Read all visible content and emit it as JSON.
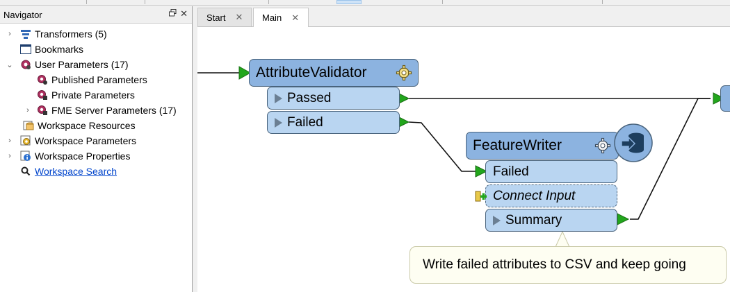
{
  "navigator": {
    "title": "Navigator",
    "float_icon": "undock-icon",
    "close_glyph": "✕",
    "items": [
      {
        "label": "Transformers (5)",
        "expander": "›",
        "icon": "transformers-icon"
      },
      {
        "label": "Bookmarks",
        "expander": "",
        "icon": "bookmarks-icon"
      },
      {
        "label": "User Parameters (17)",
        "expander": "⌄",
        "icon": "user-parameters-icon"
      },
      {
        "label": "Published Parameters",
        "expander": "",
        "icon": "published-parameters-icon"
      },
      {
        "label": "Private Parameters",
        "expander": "",
        "icon": "private-parameters-icon"
      },
      {
        "label": "FME Server Parameters (17)",
        "expander": "›",
        "icon": "server-parameters-icon"
      },
      {
        "label": "Workspace Resources",
        "expander": "",
        "icon": "workspace-resources-icon"
      },
      {
        "label": "Workspace Parameters",
        "expander": "›",
        "icon": "workspace-parameters-icon"
      },
      {
        "label": "Workspace Properties",
        "expander": "›",
        "icon": "workspace-properties-icon"
      },
      {
        "label": "Workspace Search",
        "expander": "",
        "icon": "search-icon"
      }
    ]
  },
  "tabs": [
    {
      "label": "Start",
      "close": "✕"
    },
    {
      "label": "Main",
      "close": "✕"
    }
  ],
  "canvas": {
    "attribute_validator": {
      "name": "AttributeValidator",
      "ports": [
        "Passed",
        "Failed"
      ]
    },
    "feature_writer": {
      "name": "FeatureWriter",
      "input_port": "Failed",
      "connect_input": "Connect Input",
      "output_port": "Summary"
    },
    "annotation": "Write failed attributes to CSV and keep going"
  },
  "colors": {
    "node_header": "#8cb3e0",
    "port": "#b9d5f1",
    "connector_green": "#22a61c",
    "link": "#0044cc",
    "annotation_bg": "#fefef2"
  }
}
